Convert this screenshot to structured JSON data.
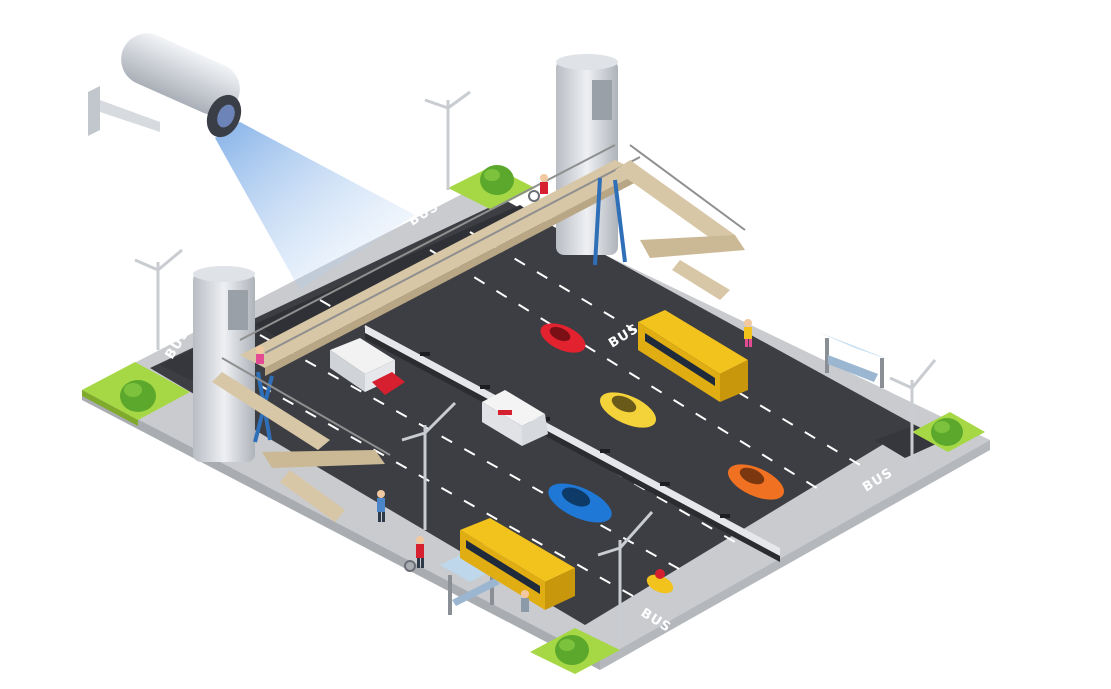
{
  "road_markings": {
    "bus_lane_top": "BUS",
    "bus_lane_left": "BUS",
    "bus_lane_right": "BUS",
    "bus_lane_bottom": "BUS"
  },
  "colors": {
    "asphalt": "#3c3e43",
    "sidewalk": "#c9cbcf",
    "grass": "#a6d845",
    "bridge_deck": "#d8c7a6",
    "camera_body": "#dfe3e8",
    "camera_beam": "#6fa8e8",
    "bus": "#f2c21d",
    "red_car": "#e2222e",
    "taxi": "#f4d23a",
    "blue_car": "#1f78d6",
    "orange_car": "#f07121",
    "ambulance": "#f4f4f4"
  },
  "icons": [
    "cctv-camera-icon",
    "street-lamp-icon",
    "bus-stop-shelter-icon",
    "pedestrian-icon",
    "tree-icon"
  ]
}
